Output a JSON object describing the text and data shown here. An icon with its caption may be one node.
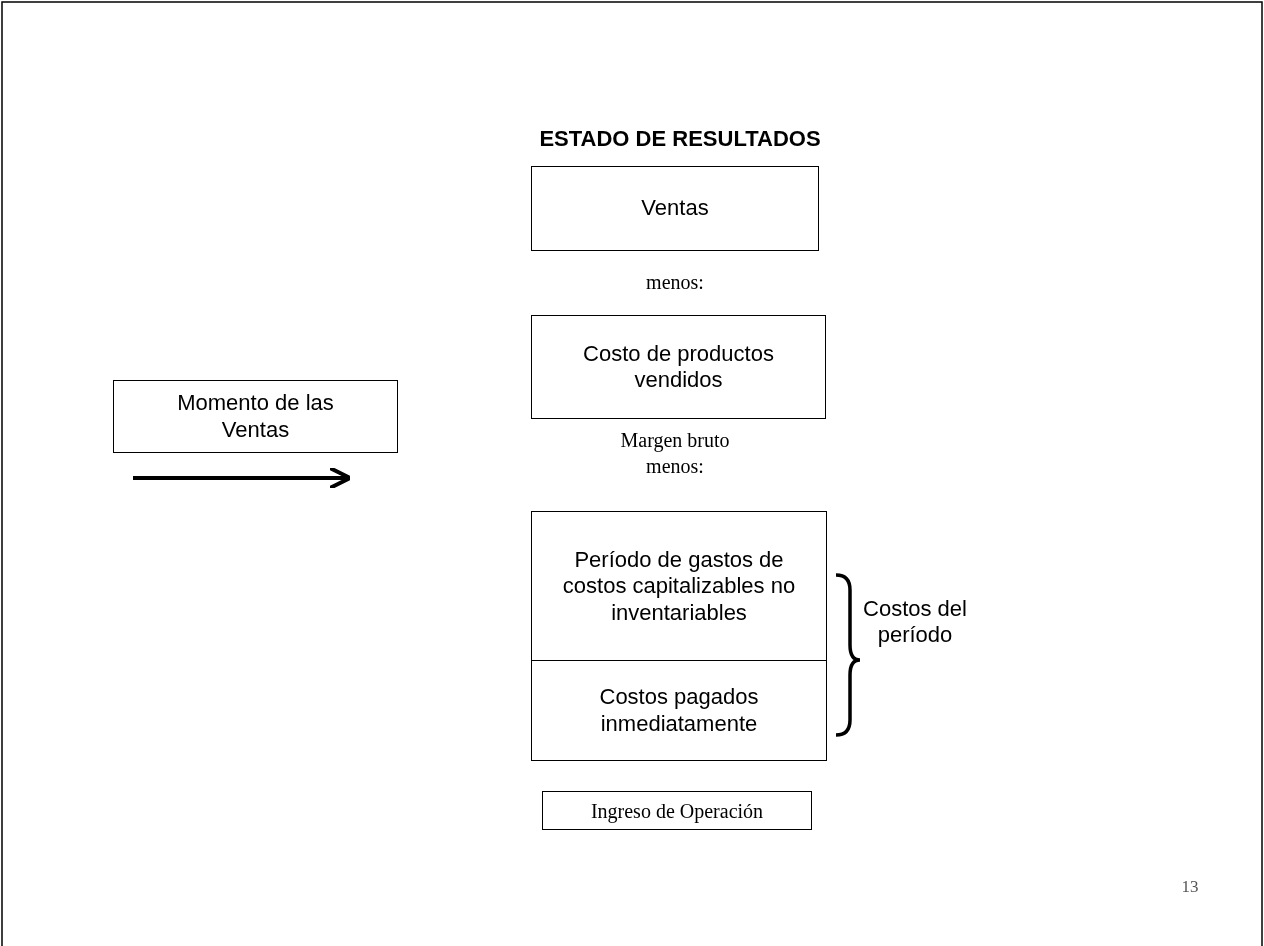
{
  "diagram": {
    "title": "ESTADO DE RESULTADOS",
    "nodes": [
      {
        "text": [
          "Momento de las Ventas"
        ]
      },
      {
        "text": [
          "Ventas"
        ]
      },
      {
        "text": [
          "Costo de productos vendidos"
        ]
      },
      {
        "text": [
          "Período de gastos de costos capitalizables no inventariables"
        ]
      },
      {
        "text": [
          "Costos pagados inmediatamente"
        ]
      },
      {
        "text": [
          "Ingreso de Operación"
        ]
      }
    ],
    "labels": [
      "menos:",
      "Margen bruto",
      "menos:",
      "Costos del período",
      "13"
    ]
  }
}
